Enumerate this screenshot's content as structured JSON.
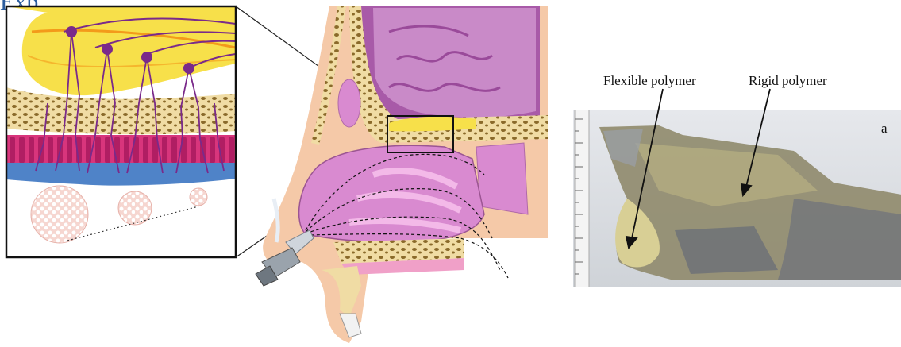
{
  "header": {
    "title_fragment": "Exp"
  },
  "photo": {
    "labels": {
      "flexible": "Flexible polymer",
      "rigid": "Rigid polymer",
      "panel_letter": "a"
    }
  },
  "colors": {
    "olfactory_bulb": "#f7e04a",
    "neurons": "#7a2a8a",
    "epithelium": "#d8357c",
    "mucus": "#4f83c8",
    "brain": "#c98ac8",
    "nasal_cavity": "#d98ad0",
    "bone": "#f1dca0",
    "skin": "#f5c9a8"
  }
}
